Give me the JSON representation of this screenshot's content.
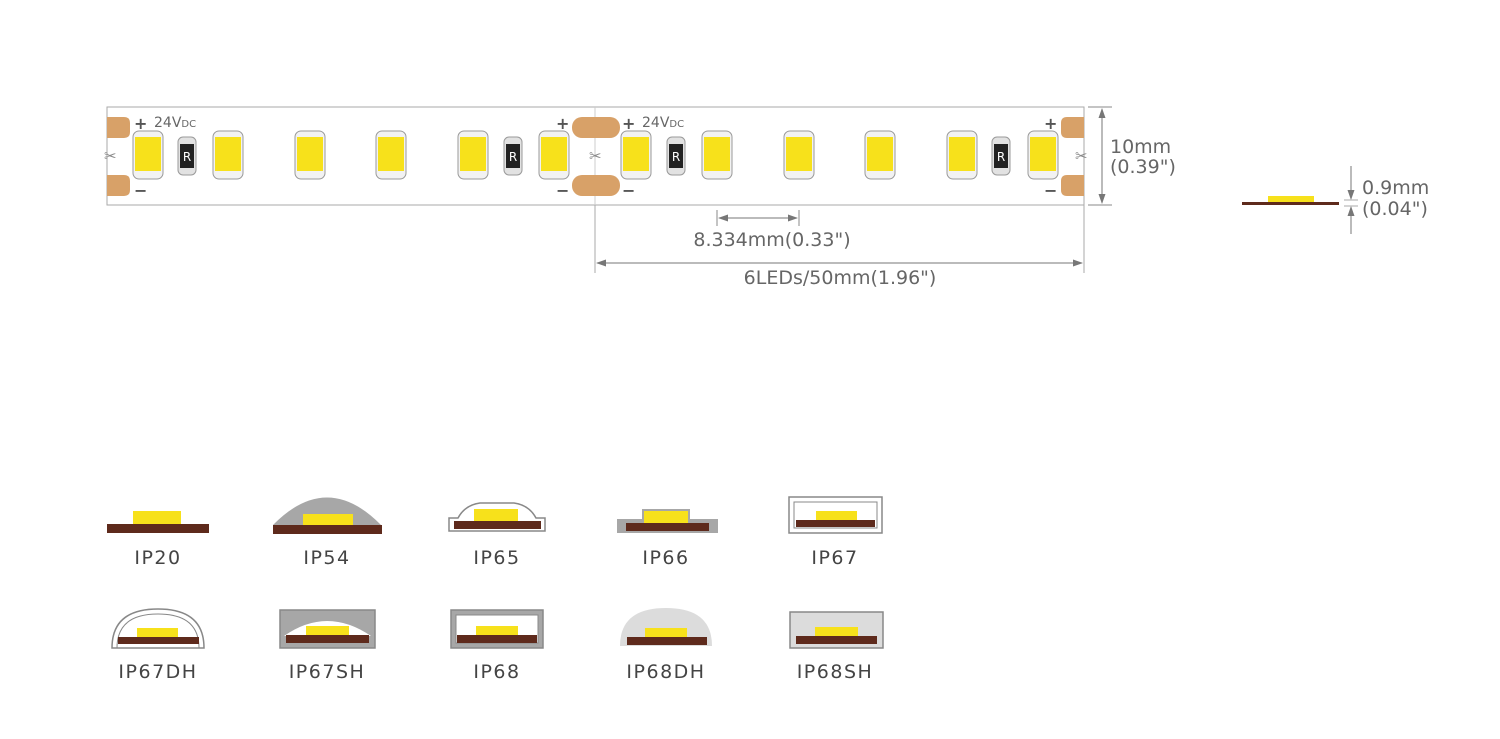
{
  "strip": {
    "segments": [
      {
        "voltage": "24V",
        "voltage_sub": "DC",
        "plus_left": "+",
        "plus_right": "+",
        "minus_left": "−",
        "minus_right": "−",
        "resistor_label": "R"
      },
      {
        "voltage": "24V",
        "voltage_sub": "DC",
        "plus_left": "+",
        "plus_right": "+",
        "minus_left": "−",
        "minus_right": "−",
        "resistor_label": "R"
      }
    ],
    "leds_per_segment": 6,
    "resistors_per_segment": 2
  },
  "dimensions": {
    "width_mm": "10mm",
    "width_in": "(0.39\")",
    "pitch": "8.334mm(0.33\")",
    "segment_length": "6LEDs/50mm(1.96\")",
    "thickness_mm": "0.9mm",
    "thickness_in": "(0.04\")"
  },
  "ip_ratings": [
    {
      "label": "IP20",
      "style": "bare"
    },
    {
      "label": "IP54",
      "style": "dome-coat"
    },
    {
      "label": "IP65",
      "style": "tube-thin"
    },
    {
      "label": "IP66",
      "style": "box-coat"
    },
    {
      "label": "IP67",
      "style": "tube-box"
    },
    {
      "label": "IP67DH",
      "style": "arch-tube"
    },
    {
      "label": "IP67SH",
      "style": "box-arch-fill"
    },
    {
      "label": "IP68",
      "style": "box-inner"
    },
    {
      "label": "IP68DH",
      "style": "solid-dome"
    },
    {
      "label": "IP68SH",
      "style": "solid-box"
    }
  ],
  "colors": {
    "led_yellow": "#f7e11b",
    "pcb_brown": "#5e2a1c",
    "copper_pad": "#d8a168",
    "outline_gray": "#999999",
    "coat_gray": "#a7a7a7",
    "dim_text": "#666666"
  }
}
